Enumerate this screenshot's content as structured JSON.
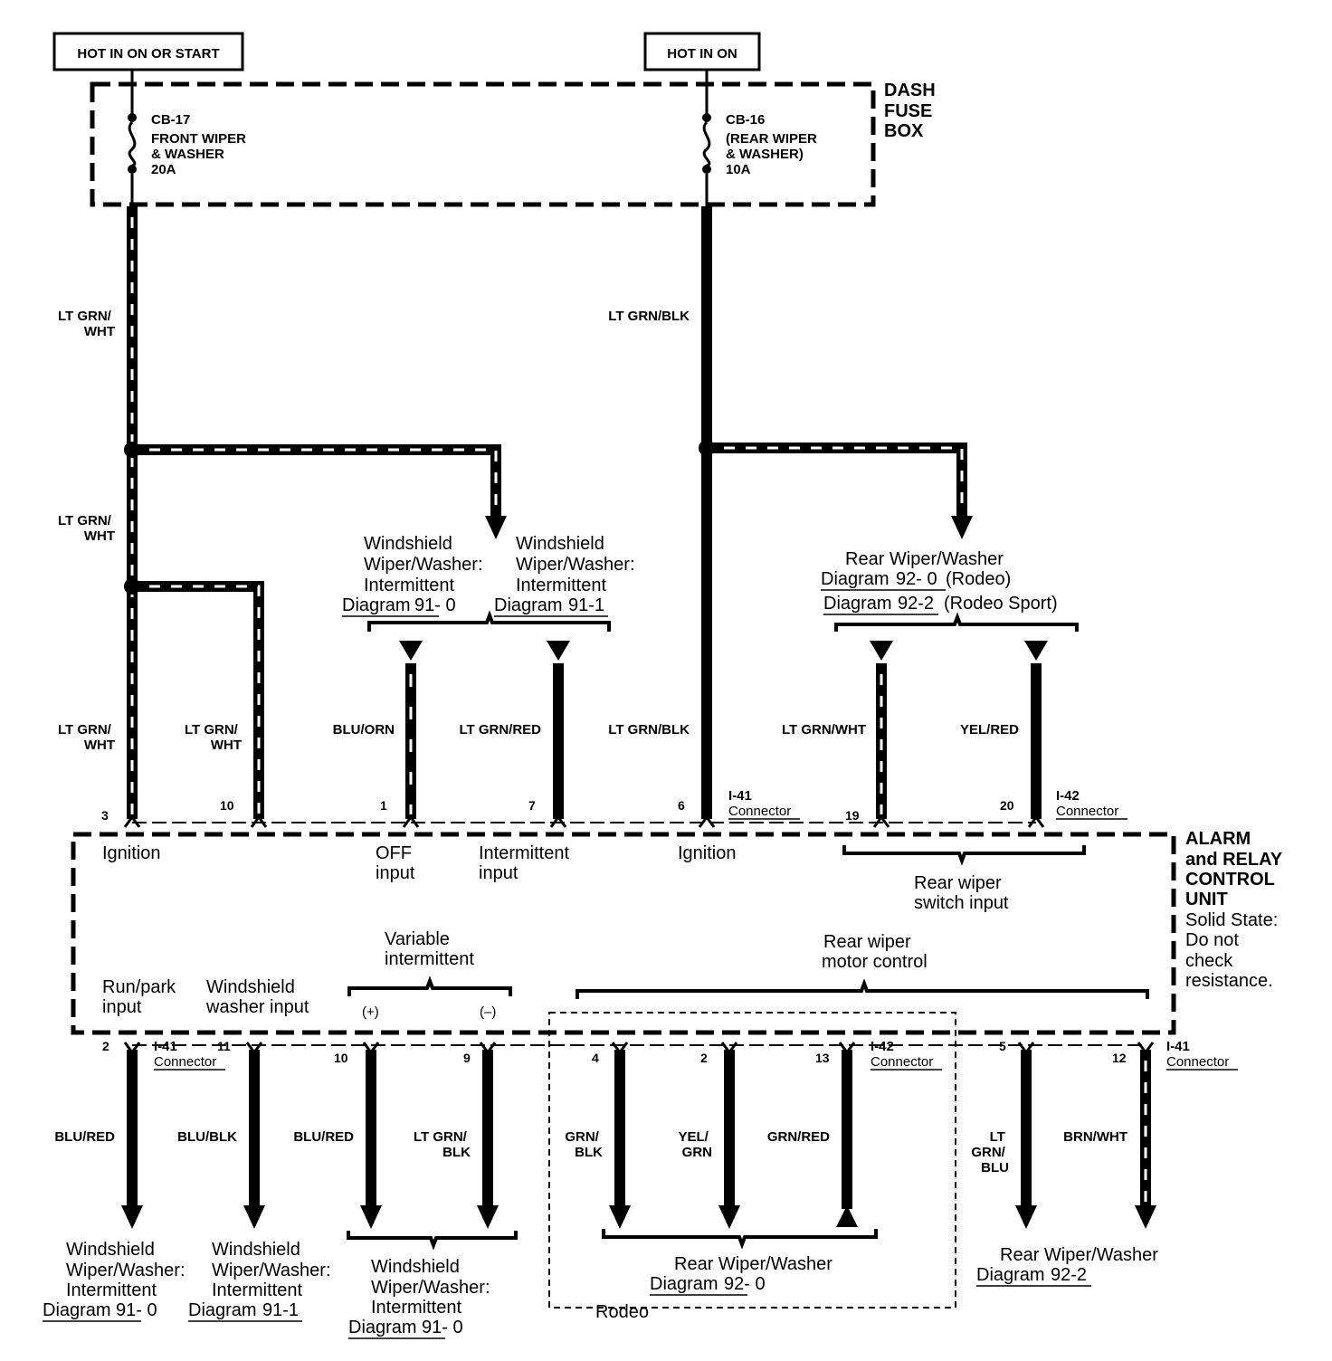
{
  "power": {
    "left_label": "HOT IN ON OR START",
    "right_label": "HOT IN ON"
  },
  "fuse_box": {
    "title": [
      "DASH",
      "FUSE",
      "BOX"
    ],
    "left_fuse": [
      "CB-17",
      "FRONT WIPER",
      "& WASHER",
      "20A"
    ],
    "right_fuse": [
      "CB-16",
      "(REAR WIPER",
      "& WASHER)",
      "10A"
    ]
  },
  "wires": {
    "top_left": [
      "LT GRN/",
      "WHT"
    ],
    "mid_left": [
      "LT GRN/",
      "WHT"
    ],
    "lower_left_a": [
      "LT GRN/",
      "WHT"
    ],
    "lower_left_b": [
      "LT GRN/",
      "WHT"
    ],
    "top_right": "LT GRN/BLK",
    "lower_right": "LT GRN/BLK",
    "blu_orn": "BLU/ORN",
    "lt_grn_red": "LT GRN/RED",
    "lt_grn_wht": "LT GRN/WHT",
    "yel_red": "YEL/RED",
    "bot_blu_red_a": "BLU/RED",
    "bot_blu_blk": "BLU/BLK",
    "bot_blu_red_b": "BLU/RED",
    "bot_lt_grn_blk": [
      "LT GRN/",
      "BLK"
    ],
    "bot_grn_blk": [
      "GRN/",
      "BLK"
    ],
    "bot_yel_grn": [
      "YEL/",
      "GRN"
    ],
    "bot_grn_red": "GRN/RED",
    "bot_lt_grn_blu": [
      "LT",
      "GRN/",
      "BLU"
    ],
    "bot_brn_wht": "BRN/WHT"
  },
  "references": {
    "ws_ref_a": [
      "Windshield",
      "Wiper/Washer:",
      "Intermittent"
    ],
    "ws_ref_a_diag": [
      "Diagram",
      "91- 0"
    ],
    "ws_ref_b": [
      "Windshield",
      "Wiper/Washer:",
      "Intermittent"
    ],
    "ws_ref_b_diag": [
      "Diagram",
      "91-1"
    ],
    "rear_ref_title": "Rear Wiper/Washer",
    "rear_ref_line1": [
      "Diagram",
      "92- 0",
      "(Rodeo)"
    ],
    "rear_ref_line2": [
      "Diagram",
      "92-2",
      "(Rodeo Sport)"
    ],
    "bot_ref_1": [
      "Windshield",
      "Wiper/Washer:",
      "Intermittent"
    ],
    "bot_ref_1_diag": [
      "Diagram",
      "91- 0"
    ],
    "bot_ref_2": [
      "Windshield",
      "Wiper/Washer:",
      "Intermittent"
    ],
    "bot_ref_2_diag": [
      "Diagram",
      "91-1"
    ],
    "bot_ref_3": [
      "Windshield",
      "Wiper/Washer:",
      "Intermittent"
    ],
    "bot_ref_3_diag": [
      "Diagram",
      "91- 0"
    ],
    "bot_ref_4_title": "Rear Wiper/Washer",
    "bot_ref_4_diag": [
      "Diagram",
      "92- 0"
    ],
    "bot_ref_5_title": "Rear Wiper/Washer",
    "bot_ref_5_diag": [
      "Diagram",
      "92-2"
    ],
    "rodeo": "Rodeo"
  },
  "pins_top": {
    "p3": "3",
    "p10": "10",
    "p1": "1",
    "p7": "7",
    "p6": "6",
    "p19": "19",
    "p20": "20"
  },
  "pins_bottom": {
    "p2": "2",
    "p11": "11",
    "p10": "10",
    "p9": "9",
    "p4": "4",
    "p2b": "2",
    "p13": "13",
    "p5": "5",
    "p12": "12"
  },
  "connectors": {
    "top_i41": [
      "I-41",
      "Connector"
    ],
    "top_i42": [
      "I-42",
      "Connector"
    ],
    "bot_i41_a": [
      "I-41",
      "Connector"
    ],
    "bot_i42": [
      "I-42",
      "Connector"
    ],
    "bot_i41_b": [
      "I-41",
      "Connector"
    ]
  },
  "unit": {
    "title": [
      "ALARM",
      "and RELAY",
      "CONTROL",
      "UNIT"
    ],
    "note": [
      "Solid State:",
      "Do not",
      "check",
      "resistance."
    ],
    "ignition_a": "Ignition",
    "off_input": [
      "OFF",
      "input"
    ],
    "intermittent_input": [
      "Intermittent",
      "input"
    ],
    "ignition_b": "Ignition",
    "rear_switch": [
      "Rear wiper",
      "switch input"
    ],
    "variable": [
      "Variable",
      "intermittent"
    ],
    "plus": "(+)",
    "minus": "(–)",
    "rear_motor": [
      "Rear wiper",
      "motor control"
    ],
    "run_park": [
      "Run/park",
      "input"
    ],
    "washer_input": [
      "Windshield",
      "washer input"
    ]
  }
}
